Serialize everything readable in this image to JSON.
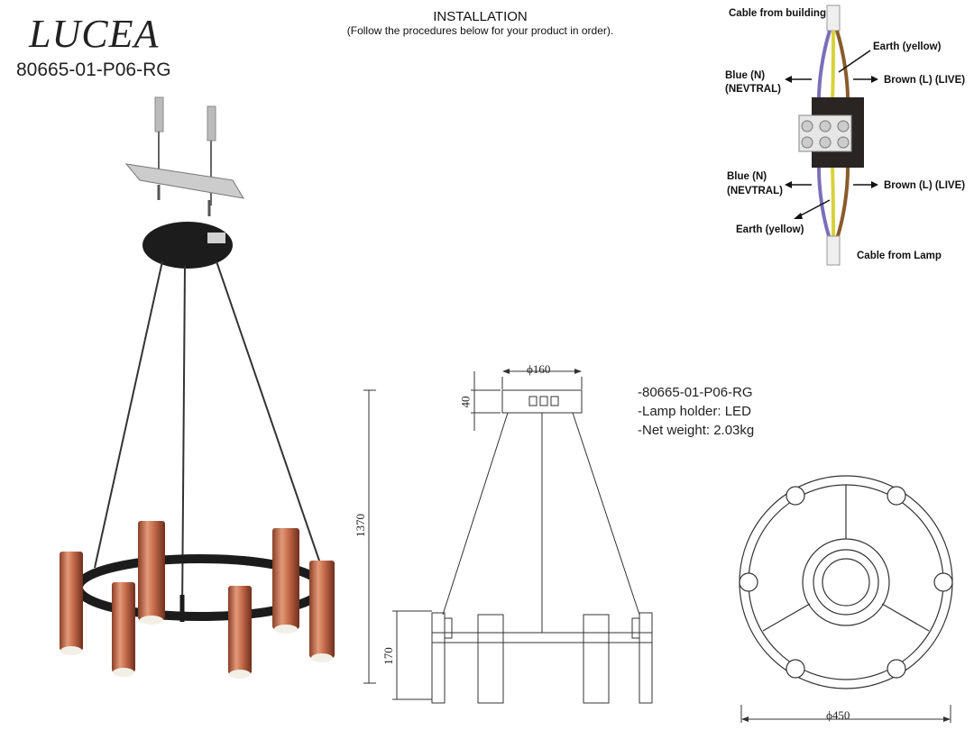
{
  "brand": "LUCEA",
  "model": "80665-01-P06-RG",
  "installation": {
    "title": "INSTALLATION",
    "subtitle": "(Follow the procedures below for your product in order)."
  },
  "wiring": {
    "cable_building": "Cable from building",
    "earth_top": "Earth (yellow)",
    "blue_top_1": "Blue (N)",
    "blue_top_2": "(NEVTRAL)",
    "brown_top": "Brown (L) (LIVE)",
    "blue_bottom_1": "Blue (N)",
    "blue_bottom_2": "(NEVTRAL)",
    "brown_bottom": "Brown (L) (LIVE)",
    "earth_bottom": "Earth (yellow)",
    "cable_lamp": "Cable from Lamp",
    "colors": {
      "blue": "#7a6fb8",
      "brown": "#8a5a2b",
      "yellow": "#d8d23a"
    }
  },
  "specs": {
    "line1": "-80665-01-P06-RG",
    "line2": "-Lamp holder: LED",
    "line3": "-Net weight: 2.03kg"
  },
  "dimensions": {
    "canopy_diameter": "ϕ160",
    "canopy_height": "40",
    "total_height": "1370",
    "body_height": "170",
    "ring_diameter": "ϕ450"
  },
  "colors": {
    "copper": "#c46a4a",
    "black": "#1c1c1c"
  }
}
